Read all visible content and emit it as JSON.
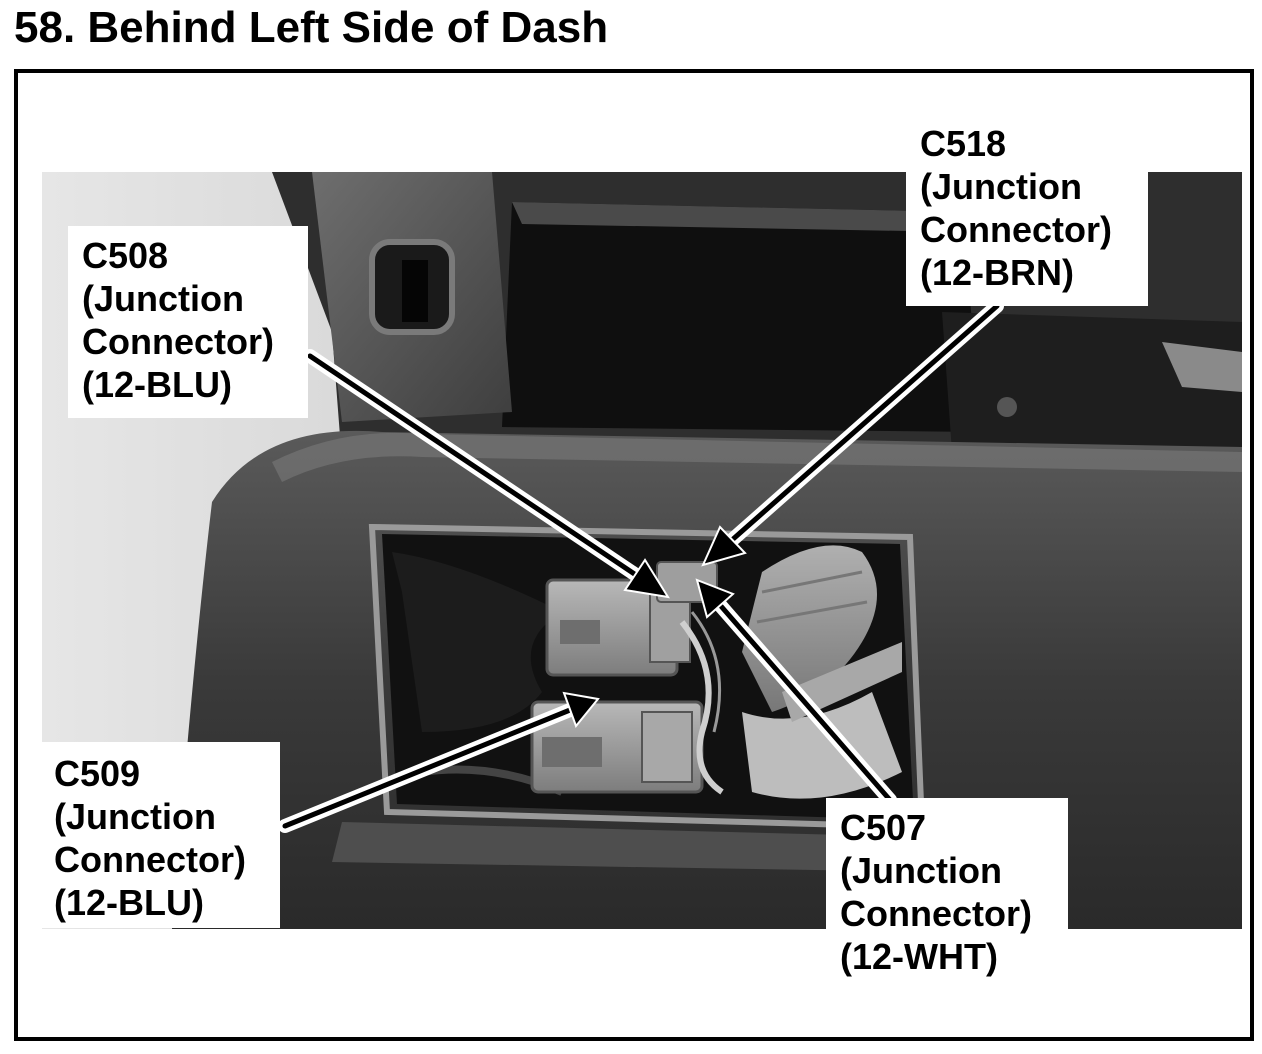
{
  "title": "58. Behind Left Side of Dash",
  "callouts": {
    "c508": {
      "id": "C508",
      "type": "(Junction",
      "type2": "Connector)",
      "spec": "(12-BLU)"
    },
    "c518": {
      "id": "C518",
      "type": "(Junction",
      "type2": "Connector)",
      "spec": "(12-BRN)"
    },
    "c509": {
      "id": "C509",
      "type": "(Junction",
      "type2": "Connector)",
      "spec": "(12-BLU)"
    },
    "c507": {
      "id": "C507",
      "type": "(Junction",
      "type2": "Connector)",
      "spec": "(12-WHT)"
    }
  },
  "colors": {
    "text": "#000000",
    "background": "#ffffff",
    "dash_panel": "#3c3c3c",
    "connector_gray": "#9a9a9a",
    "wiring_tape": "#c8c8c8"
  }
}
